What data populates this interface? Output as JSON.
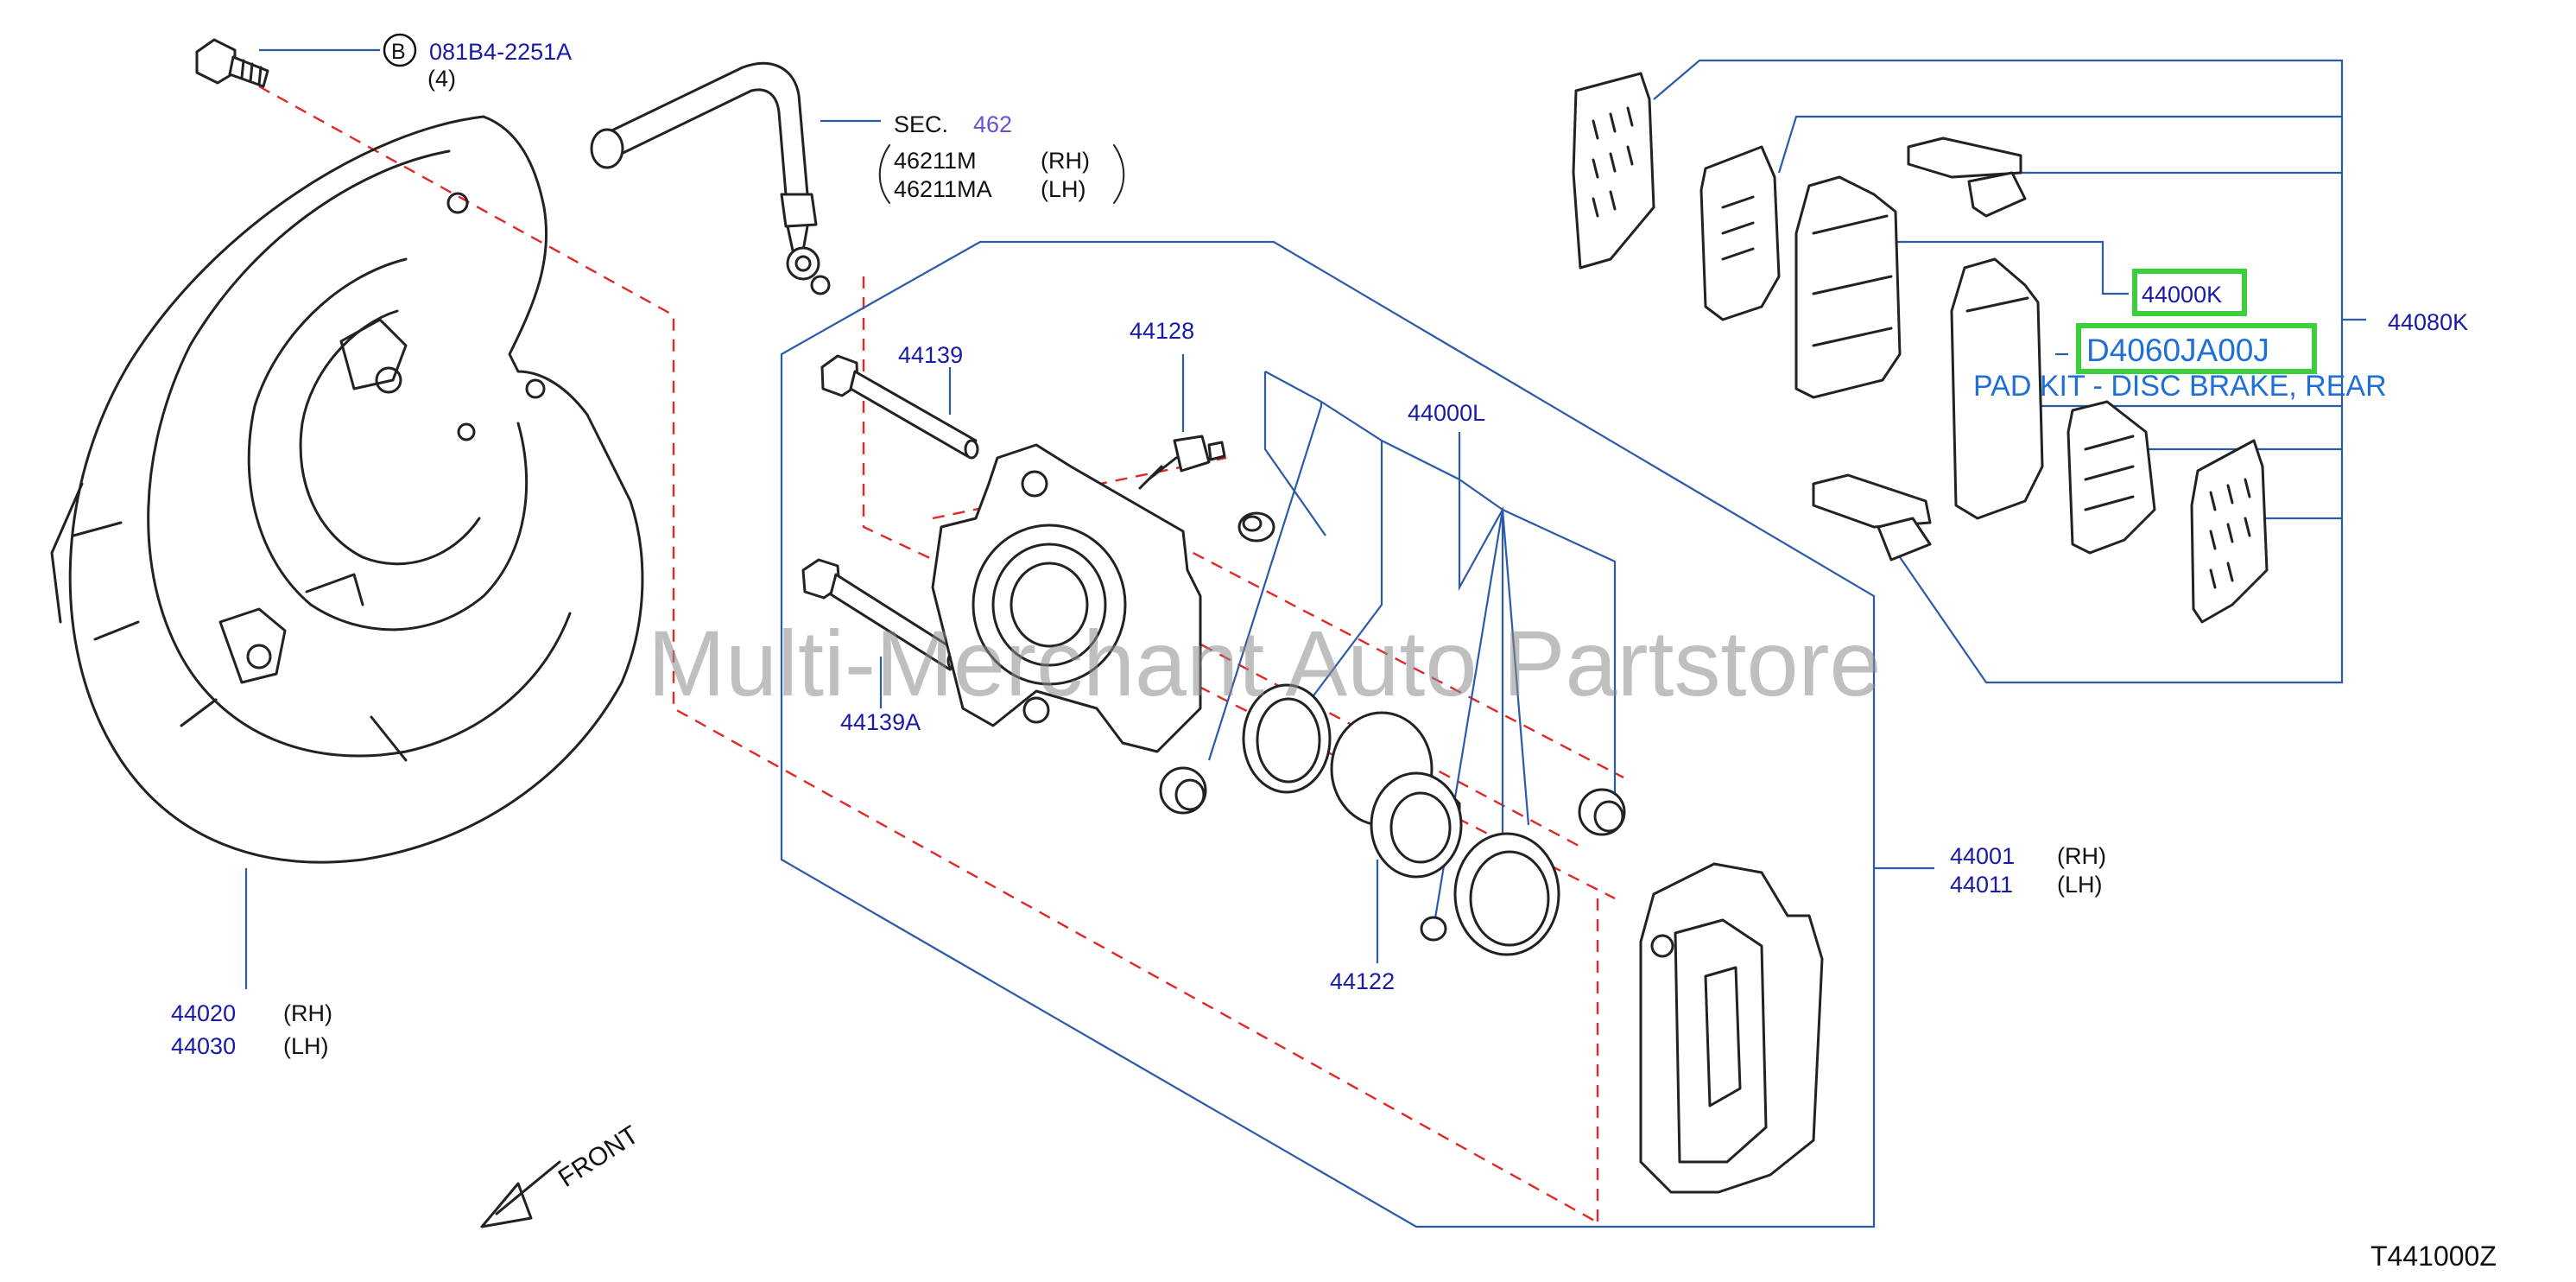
{
  "labels": {
    "bolt_circle": "B",
    "bolt_ref": "081B4-2251A",
    "bolt_qty": "(4)",
    "hose_sec": "SEC.",
    "hose_sec_num": "462",
    "hose_rh_pn": "46211M",
    "hose_rh_side": "(RH)",
    "hose_lh_pn": "46211MA",
    "hose_lh_side": "(LH)",
    "pin_bolt": "44139",
    "pin_bolt_a": "44139A",
    "bleeder": "44128",
    "seal_kit": "44000L",
    "piston": "44122",
    "caliper_rh_pn": "44001",
    "caliper_rh_side": "(RH)",
    "caliper_lh_pn": "44011",
    "caliper_lh_side": "(LH)",
    "plate_rh_pn": "44020",
    "plate_rh_side": "(RH)",
    "plate_lh_pn": "44030",
    "plate_lh_side": "(LH)",
    "pad_kit_pn": "44080K",
    "pad_set_pn": "44000K",
    "catalog_pn": "D4060JA00J",
    "catalog_desc": "PAD KIT - DISC BRAKE, REAR",
    "front": "FRONT",
    "diagram_id": "T441000Z"
  },
  "watermark": "Multi-Merchant Auto Partstore",
  "colors": {
    "part_number": "#1a1aa8",
    "highlight_text": "#1f6fd6",
    "highlight_box": "#3ccf3c",
    "leader_line": "#2b5aa8",
    "dashed_line": "#e02828",
    "watermark": "#8a8a8a"
  }
}
